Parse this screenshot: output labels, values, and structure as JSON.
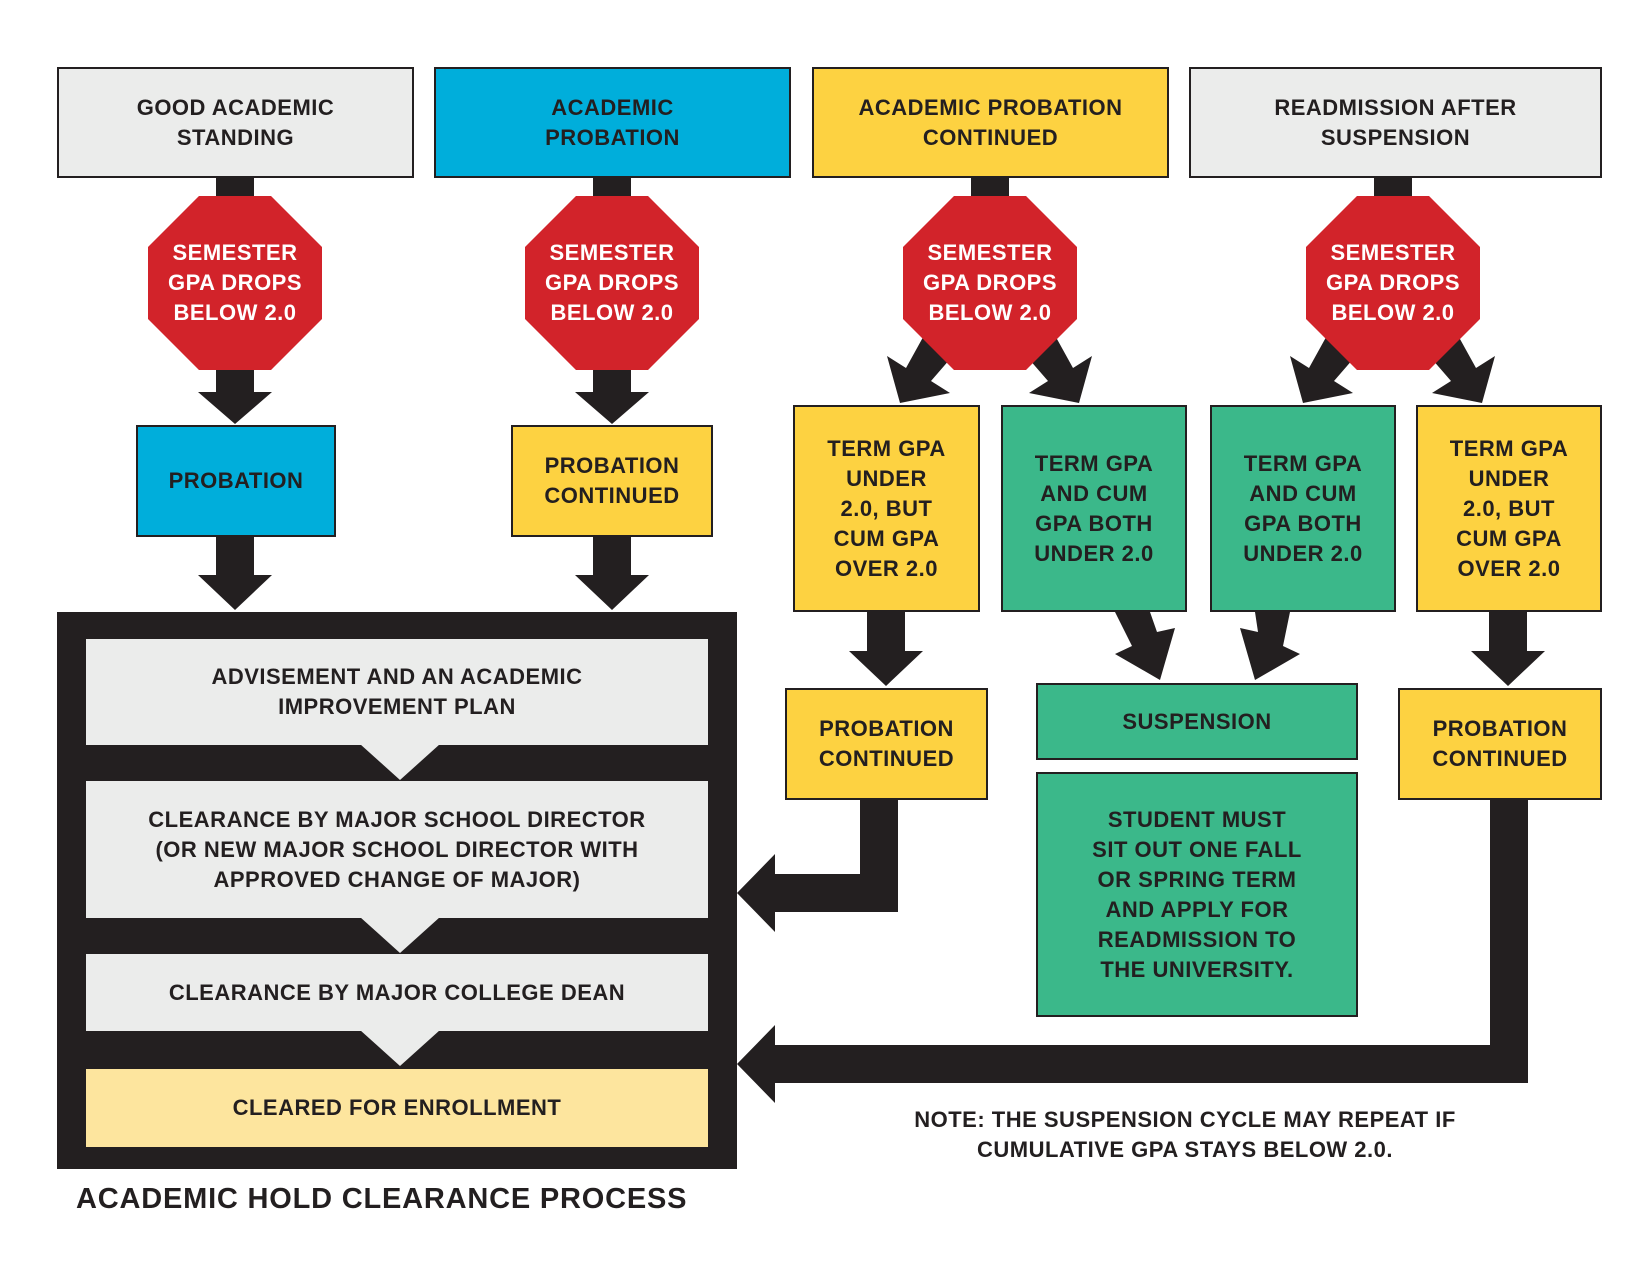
{
  "top_boxes": {
    "good_standing": "GOOD ACADEMIC\nSTANDING",
    "academic_probation": "ACADEMIC\nPROBATION",
    "probation_continued": "ACADEMIC PROBATION\nCONTINUED",
    "readmission": "READMISSION AFTER\nSUSPENSION"
  },
  "stop_sign_label": "SEMESTER\nGPA DROPS\nBELOW 2.0",
  "outcomes": {
    "probation": "PROBATION",
    "probation_continued": "PROBATION\nCONTINUED",
    "term_under_cum_over": "TERM GPA\nUNDER\n2.0, BUT\nCUM GPA\nOVER 2.0",
    "both_under": "TERM GPA\nAND CUM\nGPA BOTH\nUNDER 2.0",
    "suspension": "SUSPENSION",
    "sit_out": "STUDENT MUST\nSIT OUT ONE FALL\nOR SPRING TERM\nAND APPLY FOR\nREADMISSION TO\nTHE UNIVERSITY."
  },
  "clearance_steps": {
    "advisement": "ADVISEMENT AND AN ACADEMIC\nIMPROVEMENT PLAN",
    "director": "CLEARANCE BY MAJOR SCHOOL DIRECTOR\n(OR NEW MAJOR SCHOOL DIRECTOR WITH\nAPPROVED CHANGE OF MAJOR)",
    "dean": "CLEARANCE BY MAJOR COLLEGE DEAN",
    "cleared": "CLEARED FOR ENROLLMENT"
  },
  "process_title": "ACADEMIC HOLD CLEARANCE PROCESS",
  "note": "NOTE: THE SUSPENSION CYCLE MAY REPEAT IF\nCUMULATIVE GPA STAYS BELOW 2.0.",
  "colors": {
    "gray": "#ebeceb",
    "blue": "#00aedb",
    "yellow": "#fdd241",
    "green": "#3bb88a",
    "red": "#d2232a",
    "pale_yellow": "#fde59e",
    "dark": "#231f20"
  }
}
